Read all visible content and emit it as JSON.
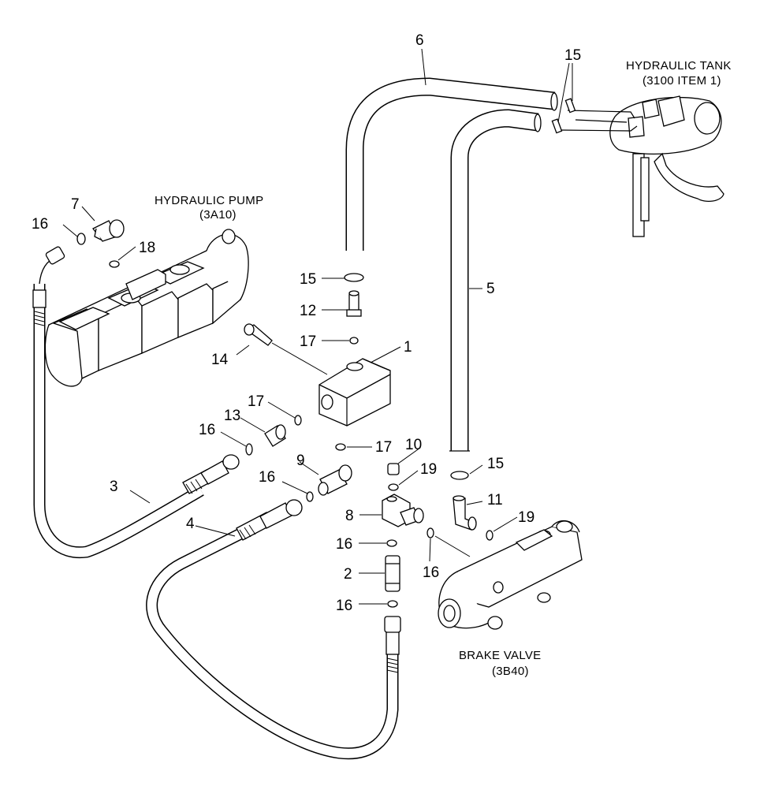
{
  "components": {
    "pump": {
      "name": "HYDRAULIC PUMP",
      "ref": "(3A10)"
    },
    "tank": {
      "name": "HYDRAULIC TANK",
      "ref": "(3100 ITEM 1)"
    },
    "brake": {
      "name": "BRAKE VALVE",
      "ref": "(3B40)"
    }
  },
  "callouts": {
    "c1": "1",
    "c2": "2",
    "c3": "3",
    "c4": "4",
    "c5": "5",
    "c6": "6",
    "c7": "7",
    "c8": "8",
    "c9": "9",
    "c10": "10",
    "c11": "11",
    "c12": "12",
    "c13": "13",
    "c14": "14",
    "c15a": "15",
    "c15b": "15",
    "c15c": "15",
    "c16a": "16",
    "c16b": "16",
    "c16c": "16",
    "c16d": "16",
    "c16e": "16",
    "c16f": "16",
    "c17a": "17",
    "c17b": "17",
    "c17c": "17",
    "c18": "18",
    "c19a": "19",
    "c19b": "19"
  }
}
